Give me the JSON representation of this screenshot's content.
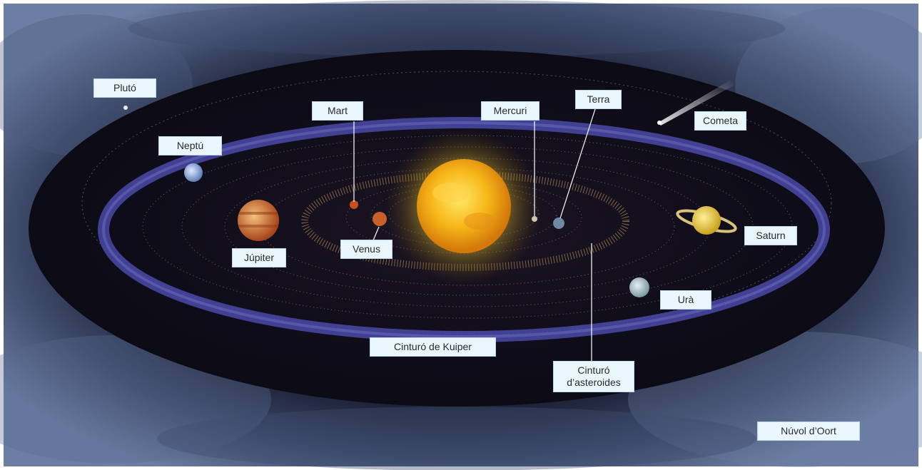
{
  "labels": {
    "pluto": "Plutó",
    "neptune": "Neptú",
    "mars": "Mart",
    "mercury": "Mercuri",
    "earth": "Terra",
    "comet": "Cometa",
    "jupiter": "Júpiter",
    "venus": "Venus",
    "saturn": "Saturn",
    "uranus": "Urà",
    "kuiper_belt": "Cinturó de Kuiper",
    "asteroid_belt_line1": "Cinturó",
    "asteroid_belt_line2": "d’asteroides",
    "oort_cloud": "Núvol d’Oort"
  },
  "colors": {
    "space": "#0a0a1a",
    "kuiper_ring": "#4a4aa8",
    "sun": "#f7c21a",
    "label_bg": "#eaf6fd"
  }
}
